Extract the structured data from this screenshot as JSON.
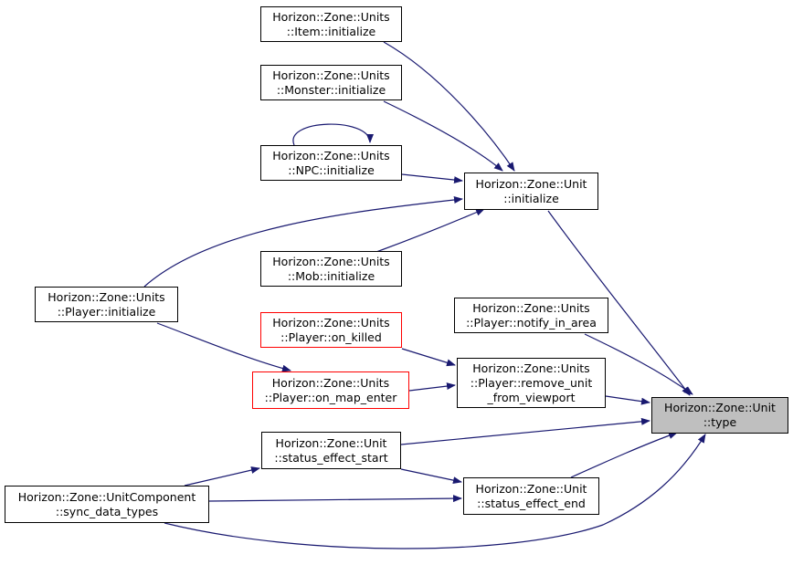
{
  "colors": {
    "edge": "#191970",
    "border": "#000000",
    "highlight_border": "#ff0000",
    "target_fill": "#bfbfbf"
  },
  "nodes": {
    "item_init": {
      "line1": "Horizon::Zone::Units",
      "line2": "::Item::initialize"
    },
    "monster_init": {
      "line1": "Horizon::Zone::Units",
      "line2": "::Monster::initialize"
    },
    "npc_init": {
      "line1": "Horizon::Zone::Units",
      "line2": "::NPC::initialize"
    },
    "unit_init": {
      "line1": "Horizon::Zone::Unit",
      "line2": "::initialize"
    },
    "mob_init": {
      "line1": "Horizon::Zone::Units",
      "line2": "::Mob::initialize"
    },
    "player_init": {
      "line1": "Horizon::Zone::Units",
      "line2": "::Player::initialize"
    },
    "notify": {
      "line1": "Horizon::Zone::Units",
      "line2": "::Player::notify_in_area"
    },
    "on_killed": {
      "line1": "Horizon::Zone::Units",
      "line2": "::Player::on_killed"
    },
    "remove_unit": {
      "line1": "Horizon::Zone::Units",
      "line2": "::Player::remove_unit",
      "line3": "_from_viewport"
    },
    "on_map_enter": {
      "line1": "Horizon::Zone::Units",
      "line2": "::Player::on_map_enter"
    },
    "unit_type": {
      "line1": "Horizon::Zone::Unit",
      "line2": "::type"
    },
    "status_start": {
      "line1": "Horizon::Zone::Unit",
      "line2": "::status_effect_start"
    },
    "status_end": {
      "line1": "Horizon::Zone::Unit",
      "line2": "::status_effect_end"
    },
    "sync": {
      "line1": "Horizon::Zone::UnitComponent",
      "line2": "::sync_data_types"
    }
  },
  "edges": [
    [
      "item_init",
      "unit_init"
    ],
    [
      "monster_init",
      "unit_init"
    ],
    [
      "npc_init",
      "npc_init"
    ],
    [
      "npc_init",
      "unit_init"
    ],
    [
      "mob_init",
      "unit_init"
    ],
    [
      "player_init",
      "unit_init"
    ],
    [
      "unit_init",
      "unit_type"
    ],
    [
      "notify",
      "unit_type"
    ],
    [
      "remove_unit",
      "unit_type"
    ],
    [
      "on_killed",
      "remove_unit"
    ],
    [
      "on_map_enter",
      "remove_unit"
    ],
    [
      "player_init",
      "on_map_enter"
    ],
    [
      "status_start",
      "unit_type"
    ],
    [
      "status_end",
      "unit_type"
    ],
    [
      "status_start",
      "status_end"
    ],
    [
      "sync",
      "status_start"
    ],
    [
      "sync",
      "status_end"
    ],
    [
      "sync",
      "unit_type"
    ]
  ]
}
